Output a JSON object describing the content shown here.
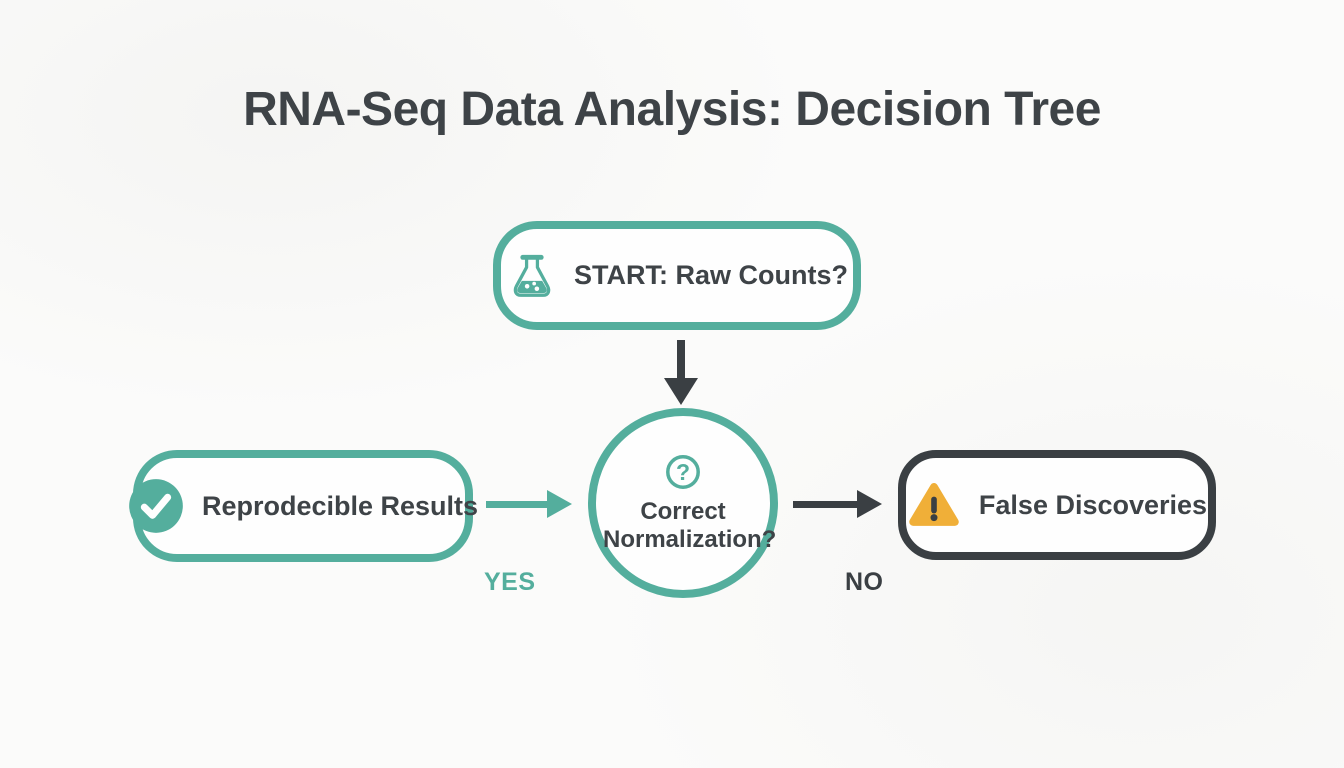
{
  "title": "RNA-Seq Data Analysis: Decision Tree",
  "colors": {
    "teal": "#54AE9D",
    "dark": "#3A3F43",
    "warning": "#F0AF38",
    "text": "#3E4347",
    "background": "#FBFBFA"
  },
  "nodes": {
    "start": {
      "label": "START: Raw Counts?",
      "icon": "flask-icon"
    },
    "decision": {
      "label": "Correct Normalization?",
      "icon": "question-mark-icon"
    },
    "yes_outcome": {
      "label": "Reprodecible Results",
      "icon": "checkmark-icon"
    },
    "no_outcome": {
      "label": "False Discoveries",
      "icon": "warning-icon"
    }
  },
  "edges": {
    "yes_label": "YES",
    "no_label": "NO"
  }
}
